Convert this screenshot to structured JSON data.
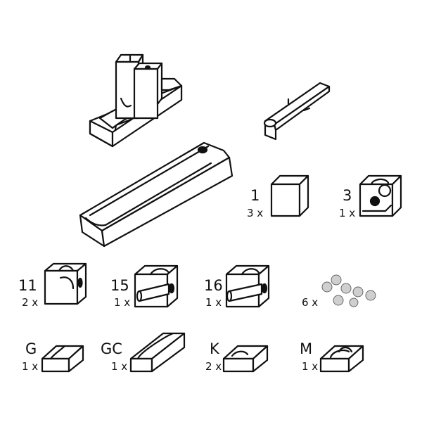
{
  "parts": [
    {
      "id": "1",
      "label": "1",
      "qty": "3 x"
    },
    {
      "id": "3",
      "label": "3",
      "qty": "1 x"
    },
    {
      "id": "11",
      "label": "11",
      "qty": "2 x"
    },
    {
      "id": "15",
      "label": "15",
      "qty": "1 x"
    },
    {
      "id": "16",
      "label": "16",
      "qty": "1 x"
    },
    {
      "id": "marbles",
      "label": "",
      "qty": "6 x"
    },
    {
      "id": "G",
      "label": "G",
      "qty": "1 x"
    },
    {
      "id": "GC",
      "label": "GC",
      "qty": "1 x"
    },
    {
      "id": "K",
      "label": "K",
      "qty": "2 x"
    },
    {
      "id": "M",
      "label": "M",
      "qty": "1 x"
    }
  ],
  "colors": {
    "line": "#111111",
    "fill": "#ffffff",
    "marble": "#c9c9c9"
  }
}
